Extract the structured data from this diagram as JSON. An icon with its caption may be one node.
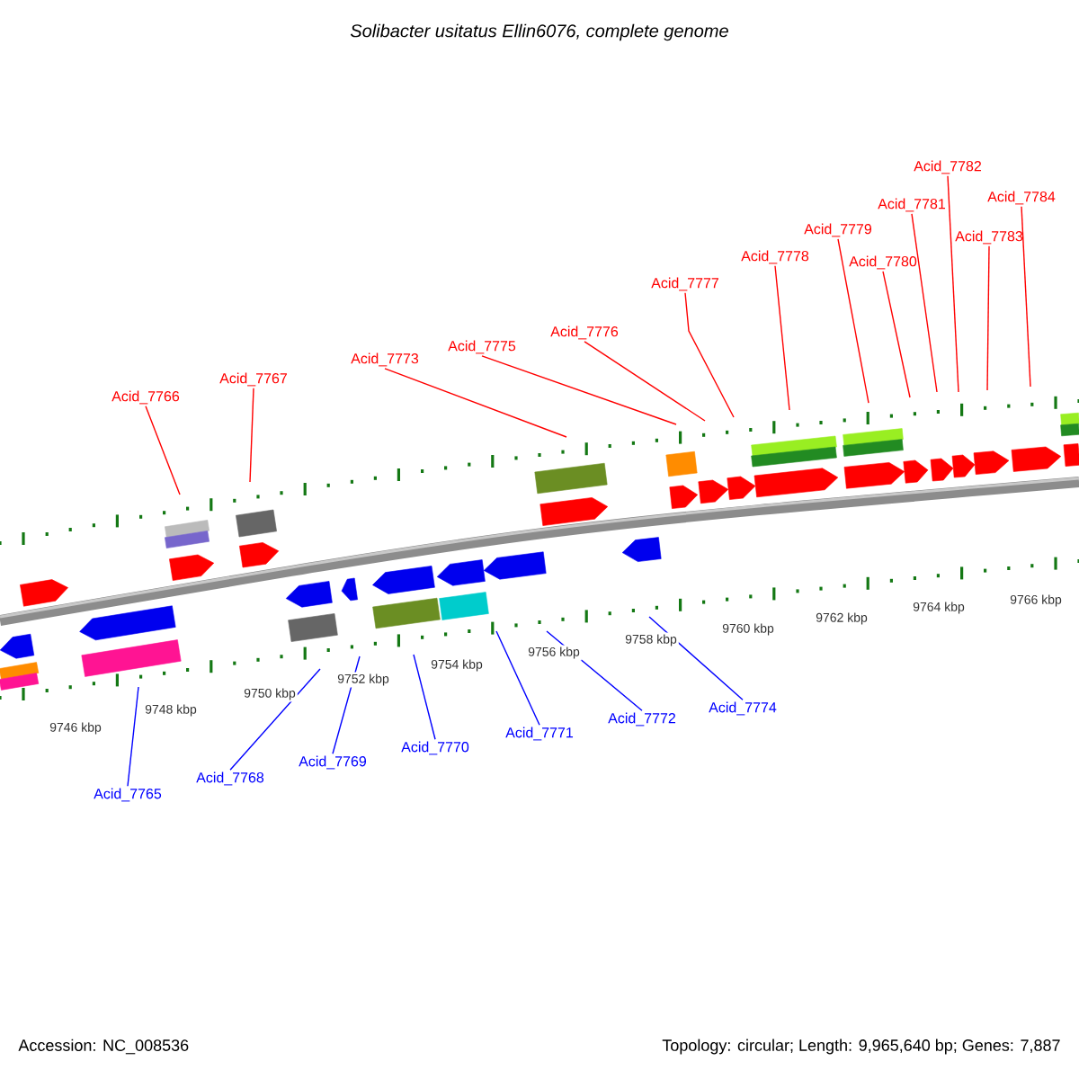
{
  "diagram": {
    "title": "Solibacter usitatus Ellin6076, complete genome",
    "nodes": [
      {
        "text": [
          "Acid_7766"
        ]
      },
      {
        "text": [
          "Acid_7767"
        ]
      },
      {
        "text": [
          "Acid_7773"
        ]
      },
      {
        "text": [
          "Acid_7775"
        ]
      },
      {
        "text": [
          "Acid_7776"
        ]
      },
      {
        "text": [
          "Acid_7777"
        ]
      },
      {
        "text": [
          "Acid_7778"
        ]
      },
      {
        "text": [
          "Acid_7779"
        ]
      },
      {
        "text": [
          "Acid_7780"
        ]
      },
      {
        "text": [
          "Acid_7781"
        ]
      },
      {
        "text": [
          "Acid_7782"
        ]
      },
      {
        "text": [
          "Acid_7783"
        ]
      },
      {
        "text": [
          "Acid_7784"
        ]
      },
      {
        "text": [
          "Acid_7765"
        ]
      },
      {
        "text": [
          "Acid_7768"
        ]
      },
      {
        "text": [
          "Acid_7769"
        ]
      },
      {
        "text": [
          "Acid_7770"
        ]
      },
      {
        "text": [
          "Acid_7771"
        ]
      },
      {
        "text": [
          "Acid_7772"
        ]
      },
      {
        "text": [
          "Acid_7774"
        ]
      }
    ],
    "edges": [
      {
        "from": 0,
        "to": null,
        "arrow": "none"
      },
      {
        "from": 1,
        "to": null,
        "arrow": "none"
      },
      {
        "from": 2,
        "to": null,
        "arrow": "none"
      },
      {
        "from": 3,
        "to": null,
        "arrow": "none"
      },
      {
        "from": 4,
        "to": null,
        "arrow": "none"
      },
      {
        "from": 5,
        "to": null,
        "arrow": "none"
      },
      {
        "from": 6,
        "to": null,
        "arrow": "none"
      },
      {
        "from": 7,
        "to": null,
        "arrow": "none"
      },
      {
        "from": 8,
        "to": null,
        "arrow": "none"
      },
      {
        "from": 9,
        "to": null,
        "arrow": "none"
      },
      {
        "from": 10,
        "to": null,
        "arrow": "none"
      },
      {
        "from": 11,
        "to": null,
        "arrow": "none"
      },
      {
        "from": 12,
        "to": null,
        "arrow": "none"
      },
      {
        "from": 13,
        "to": null,
        "arrow": "none",
        "color": "#0000ff"
      },
      {
        "from": 14,
        "to": null,
        "arrow": "none",
        "color": "#0000ff"
      },
      {
        "from": 15,
        "to": null,
        "arrow": "none",
        "color": "#0000ff"
      },
      {
        "from": 16,
        "to": null,
        "arrow": "none",
        "color": "#0000ff"
      },
      {
        "from": 17,
        "to": null,
        "arrow": "none",
        "color": "#0000ff"
      },
      {
        "from": 18,
        "to": null,
        "arrow": "none",
        "color": "#0000ff"
      },
      {
        "from": 19,
        "to": null,
        "arrow": "none",
        "color": "#0000ff"
      }
    ],
    "labels": [
      "9746 kbp",
      "9748 kbp",
      "9750 kbp",
      "9752 kbp",
      "9754 kbp",
      "9756 kbp",
      "9758 kbp",
      "9760 kbp",
      "9762 kbp",
      "9764 kbp",
      "9766 kbp",
      "Accession: NC_008536",
      "Topology: circular; Length: 9,965,640 bp; Genes: 7,887"
    ]
  }
}
